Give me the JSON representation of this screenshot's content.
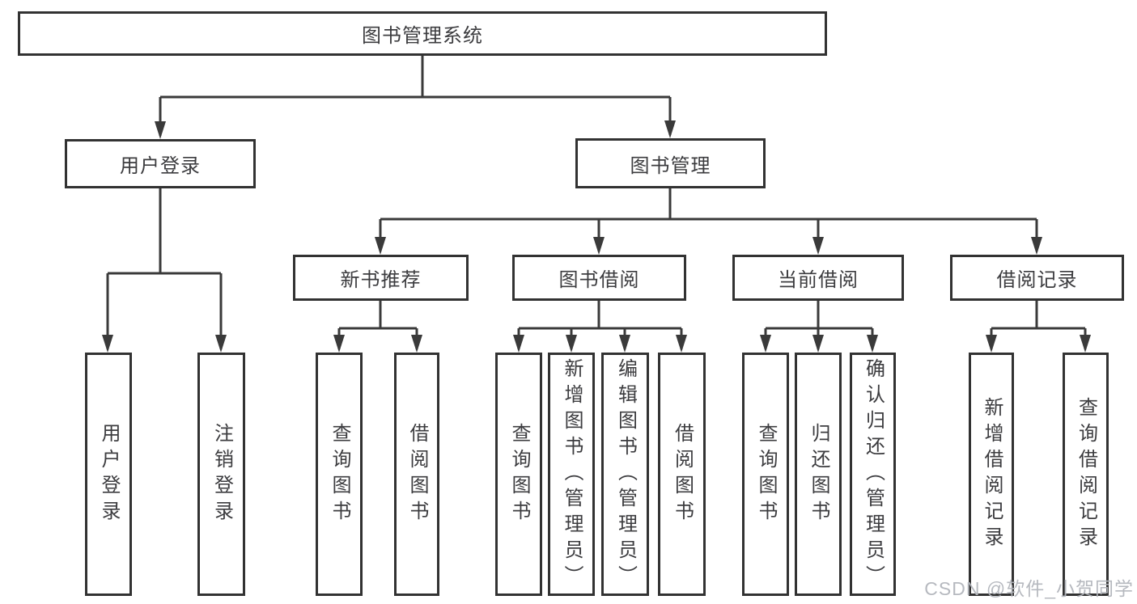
{
  "diagram": {
    "root": {
      "label": "图书管理系统"
    },
    "level2": [
      {
        "label": "用户登录"
      },
      {
        "label": "图书管理"
      }
    ],
    "level3": [
      {
        "label": "新书推荐"
      },
      {
        "label": "图书借阅"
      },
      {
        "label": "当前借阅"
      },
      {
        "label": "借阅记录"
      }
    ],
    "leaves": {
      "user_login": [
        {
          "label": "用户登录"
        },
        {
          "label": "注销登录"
        }
      ],
      "new_book": [
        {
          "label": "查询图书"
        },
        {
          "label": "借阅图书"
        }
      ],
      "book_borrow": [
        {
          "label": "查询图书"
        },
        {
          "label": "新增图书（管理员）"
        },
        {
          "label": "编辑图书（管理员）"
        },
        {
          "label": "借阅图书"
        }
      ],
      "current_borrow": [
        {
          "label": "查询图书"
        },
        {
          "label": "归还图书"
        },
        {
          "label": "确认归还（管理员）"
        }
      ],
      "borrow_record": [
        {
          "label": "新增借阅记录"
        },
        {
          "label": "查询借阅记录"
        }
      ]
    },
    "watermark": "CSDN @软件_小贺同学",
    "colors": {
      "line": "#3a3a3a",
      "box_border": "#323232",
      "text": "#3c3c3f",
      "watermark": "#b2b5bc",
      "background": "#ffffff"
    }
  }
}
